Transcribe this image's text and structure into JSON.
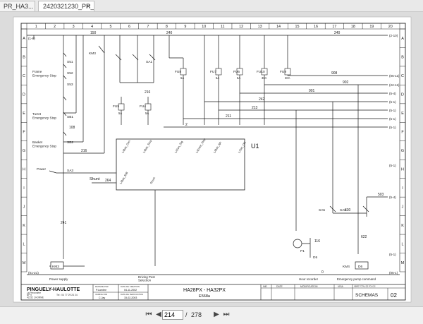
{
  "tabs": [
    {
      "label": "PR_HA3..."
    },
    {
      "label": "2420321230_PR_HA32..."
    }
  ],
  "icons": {
    "tab_close": "close-icon",
    "nav_first": "first-page-icon",
    "nav_prev": "prev-page-icon",
    "nav_next": "next-page-icon",
    "nav_last": "last-page-icon"
  },
  "pager": {
    "current": "214",
    "separator": "/",
    "total": "278"
  },
  "schematic": {
    "columns": [
      "1",
      "2",
      "3",
      "4",
      "5",
      "6",
      "7",
      "8",
      "9",
      "10",
      "11",
      "12",
      "13",
      "14",
      "15",
      "16",
      "17",
      "18",
      "19",
      "20"
    ],
    "rows": [
      "A",
      "B",
      "C",
      "D",
      "E",
      "F",
      "G",
      "H",
      "I",
      "J",
      "K",
      "L",
      "M"
    ],
    "left_refs": [
      "(1-6)",
      "(01-21)"
    ],
    "right_refs": [
      "(2-10)",
      "(05-11)",
      "(22-11)",
      "(5-4)",
      "(5-1)",
      "(5-1)",
      "(5-1)",
      "(5-1)",
      "(5-1)",
      "(5-4)",
      "(5-1)",
      "(05-1)"
    ],
    "wires": [
      "150",
      "240",
      "240",
      "908",
      "902",
      "901",
      "242",
      "213",
      "211",
      "108",
      "216",
      "2",
      "216",
      "241",
      "264",
      "116",
      "630",
      "503",
      "622",
      "0"
    ],
    "left_labels": [
      "Frame\nEmergency Stop",
      "Turret\nEmergency Stop",
      "Basket\nEmergency Stop",
      "Power"
    ],
    "device_labels": [
      "KM3",
      "S51",
      "S52",
      "S53",
      "SB1",
      "SB2",
      "SA3",
      "SA1",
      "FU8",
      "FU7",
      "FU6",
      "FU10",
      "FU9",
      "FU5",
      "FU4",
      "SA5",
      "SA6",
      "P1",
      "D5",
      "KM4",
      "D6",
      "KM3"
    ],
    "fuse_ratings": [
      "5A",
      "5A",
      "5A",
      "30A",
      "30A",
      "5A",
      "5A"
    ],
    "unit_label": "U1",
    "unit_pins": [
      "L/Bas_Gen",
      "L/Bas_Stop",
      "L/Gen_Sig",
      "L/Emer_Stop",
      "L/Bas_Ign",
      "L/Ser_ON",
      "L/Bas_RIB",
      "Shunt"
    ],
    "shunt_label": "Shunt",
    "bottom_labels": [
      "Power supply",
      "Driving Post\nSelection",
      "Hour recorder",
      "Emergency pump command"
    ],
    "title_block": {
      "company": "PINGUELY-HAULOTTE",
      "address": [
        "La Péronnière",
        "BP 9",
        "42152 L'HORME"
      ],
      "phone": "Tel : 04 77 29 24 24",
      "drawn_label": "DESSINE PAR",
      "drawn_by": "P.Lambre",
      "created_label": "DATE DE CREATION",
      "created_date": "04-11-2002",
      "checked_label": "VERIFIE PAR",
      "checked_by": "C.Jay",
      "approved_label": "DATE DE VERIFICATION",
      "approved_date": "15-02-2003",
      "model": "HA28PX - HA32PX",
      "code": "E568a",
      "rev_headers": [
        "IND",
        "DATE",
        "MODIFICATION",
        "VISA"
      ],
      "sheet_title": "SCHEMAS",
      "sheet_number": "02",
      "folio_label": "NBRE TOTAL DE FOLIOS"
    }
  }
}
